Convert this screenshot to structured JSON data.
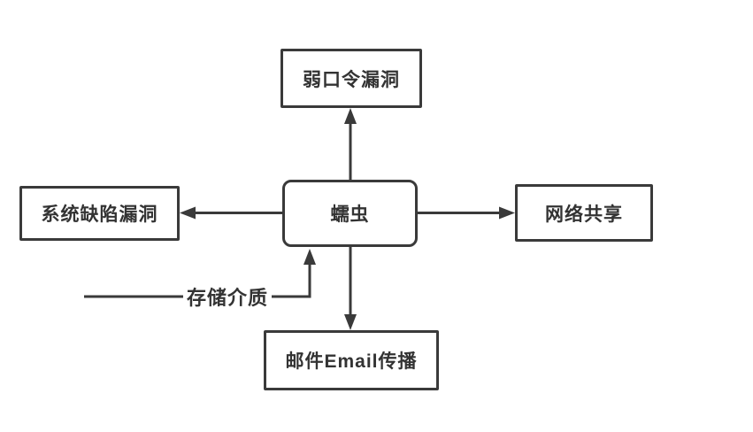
{
  "diagram": {
    "colors": {
      "line": "#3a3a3a",
      "text": "#333333",
      "node_fill": "#ffffff",
      "background": "#ffffff"
    },
    "nodes": {
      "worm": {
        "label": "蠕虫",
        "shape": "rounded-rect",
        "position": "center"
      },
      "weak_password": {
        "label": "弱口令漏洞",
        "shape": "rect",
        "position": "top"
      },
      "system_defect": {
        "label": "系统缺陷漏洞",
        "shape": "rect",
        "position": "left"
      },
      "network_share": {
        "label": "网络共享",
        "shape": "rect",
        "position": "right"
      },
      "email_spread": {
        "label": "邮件Email传播",
        "shape": "rect",
        "position": "bottom"
      },
      "storage_media": {
        "label": "存储介质",
        "shape": "inline-line-label",
        "position": "bottom-left"
      }
    },
    "edges": [
      {
        "from": "worm",
        "to": "weak_password",
        "direction": "up",
        "arrowhead": "end"
      },
      {
        "from": "worm",
        "to": "system_defect",
        "direction": "left",
        "arrowhead": "end"
      },
      {
        "from": "worm",
        "to": "network_share",
        "direction": "right",
        "arrowhead": "end"
      },
      {
        "from": "worm",
        "to": "email_spread",
        "direction": "down",
        "arrowhead": "end"
      },
      {
        "from": "storage_media",
        "to": "worm",
        "direction": "right-then-up",
        "arrowhead": "end"
      }
    ]
  }
}
